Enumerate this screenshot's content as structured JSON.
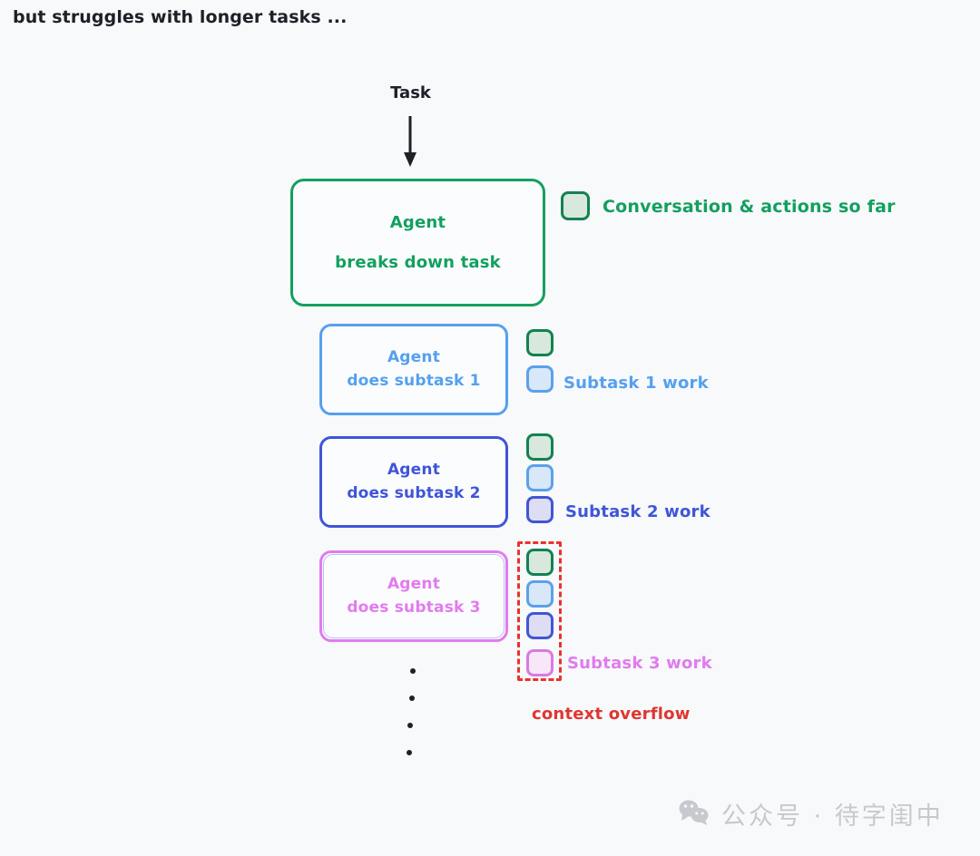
{
  "headline": "but struggles with longer tasks ...",
  "flow": {
    "source_label": "Task",
    "arrow_icon": "down-arrow-icon"
  },
  "boxes": [
    {
      "id": "agent-breaks-down-task",
      "line1": "Agent",
      "line2": "breaks down task",
      "color": "#13a05f"
    },
    {
      "id": "agent-subtask-1",
      "line1": "Agent",
      "line2": "does subtask 1",
      "color": "#55a0ef"
    },
    {
      "id": "agent-subtask-2",
      "line1": "Agent",
      "line2": "does subtask 2",
      "color": "#3f55d8"
    },
    {
      "id": "agent-subtask-3",
      "line1": "Agent",
      "line2": "does subtask 3",
      "color": "#e27bee"
    }
  ],
  "legend": {
    "swatch_icon": "green-rounded-square-icon",
    "label": "Conversation & actions so far",
    "color": "#13a05f"
  },
  "context_groups": [
    {
      "id": "subtask-1-context",
      "label": "Subtask 1 work",
      "color": "#55a0ef",
      "chips": [
        "green",
        "blue"
      ]
    },
    {
      "id": "subtask-2-context",
      "label": "Subtask 2 work",
      "color": "#3f55d8",
      "chips": [
        "green",
        "blue",
        "indigo"
      ]
    },
    {
      "id": "subtask-3-context",
      "label": "Subtask 3 work",
      "color": "#e27bee",
      "chips": [
        "green",
        "blue",
        "indigo",
        "pink"
      ]
    }
  ],
  "overflow": {
    "caption": "context overflow",
    "color": "#e0362f",
    "frame_style": "red-dashed"
  },
  "ellipsis": {
    "dot_count": 4,
    "color": "#1d2026"
  },
  "watermark": {
    "icon": "wechat-icon",
    "text": "公众号 · 待字闺中",
    "color": "#c6c9cd"
  },
  "palette": {
    "background": "#f7f9fb",
    "ink": "#1d2026",
    "green": "#13a05f",
    "light_blue": "#55a0ef",
    "indigo": "#3f55d8",
    "magenta": "#e27bee",
    "red": "#e0362f"
  }
}
